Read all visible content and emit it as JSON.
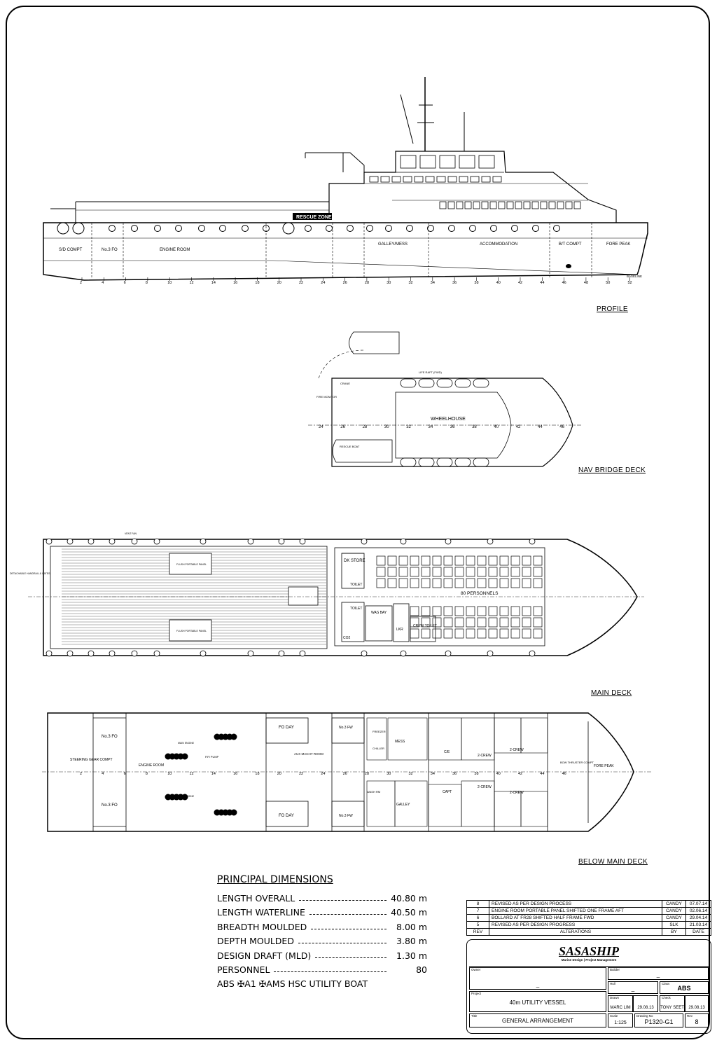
{
  "views": {
    "profile": {
      "title": "PROFILE",
      "compartments": [
        "S/D COMPT",
        "No.3 FO",
        "ENGINE ROOM",
        "GALLEY/MESS",
        "ACCOMMODATION",
        "B/T COMPT",
        "FORE PEAK"
      ],
      "frames": [
        "2",
        "4",
        "6",
        "8",
        "10",
        "12",
        "14",
        "16",
        "18",
        "20",
        "22",
        "24",
        "26",
        "28",
        "30",
        "32",
        "34",
        "36",
        "38",
        "40",
        "42",
        "44",
        "46",
        "48",
        "50",
        "52"
      ],
      "rescue_zone": "RESCUE ZONE",
      "baseline": "BASELINE"
    },
    "nav_bridge": {
      "title": "NAV BRIDGE DECK",
      "wheelhouse": "WHEELHOUSE",
      "life_raft": "LIFE RAFT (FWD)",
      "crane": "CRANE",
      "fire_monitor": "FIRE MONITOR",
      "rescue_boat": "RESCUE BOAT",
      "frames": [
        "24",
        "26",
        "28",
        "30",
        "32",
        "34",
        "36",
        "38",
        "40",
        "42",
        "44",
        "46"
      ]
    },
    "main_deck": {
      "title": "MAIN DECK",
      "personnel": "80 PERSONNELS",
      "rooms": [
        "DK STORE",
        "TOILET",
        "TOILET",
        "CO2",
        "LKR",
        "CREW TOILET",
        "WAS BAY"
      ],
      "flush_panel": "FLUSH PORTABLE PANEL",
      "detachable_railings": "DETACHABLE HANDRAIL & GATES",
      "vent_fan": "VENT FAN"
    },
    "below_main_deck": {
      "title": "BELOW MAIN DECK",
      "rooms": [
        "STEERING GEAR COMPT",
        "No.3 FO",
        "No.3 FO",
        "ENGINE ROOM",
        "MAIN ENGINE",
        "MAIN ENGINE",
        "FiFi PUMP",
        "FO DAY",
        "FO DAY",
        "AUX MACHY ROOM",
        "No.3 FW",
        "No.3 FW",
        "FREEZER",
        "CHILLER",
        "MESS",
        "WASH RM",
        "GALLEY",
        "C/E",
        "CAPT",
        "2-CREW",
        "2-CREW",
        "2-CREW",
        "2-CREW",
        "BOW THRUSTER COMPT",
        "FORE PEAK"
      ]
    }
  },
  "principal_dimensions": {
    "heading": "PRINCIPAL DIMENSIONS",
    "rows": [
      {
        "label": "LENGTH OVERALL",
        "value": "40.80 m"
      },
      {
        "label": "LENGTH WATERLINE",
        "value": "40.50 m"
      },
      {
        "label": "BREADTH MOULDED",
        "value": "8.00 m"
      },
      {
        "label": "DEPTH MOULDED",
        "value": "3.80 m"
      },
      {
        "label": "DESIGN DRAFT (MLD)",
        "value": "1.30 m"
      },
      {
        "label": "PERSONNEL",
        "value": "80"
      }
    ],
    "class_notation": "ABS ✠A1 ✠AMS HSC UTILITY BOAT"
  },
  "revisions": {
    "rows": [
      {
        "rev": "8",
        "alteration": "REVISED AS PER DESIGN PROCESS",
        "by": "CANDY",
        "date": "07.07.14"
      },
      {
        "rev": "7",
        "alteration": "ENGINE ROOM PORTABLE PANEL SHIFTED ONE FRAME AFT",
        "by": "CANDY",
        "date": "02.06.14"
      },
      {
        "rev": "6",
        "alteration": "BOLLARD AT FR28 SHIFTED HALF FRAME FWD",
        "by": "CANDY",
        "date": "29.04.14"
      },
      {
        "rev": "5",
        "alteration": "REVISED AS PER DESIGN PROGRESS",
        "by": "SLK",
        "date": "21.03.14"
      }
    ],
    "header": {
      "rev": "REV",
      "alteration": "ALTERATIONS",
      "by": "BY",
      "date": "DATE"
    }
  },
  "title_block": {
    "company": "SASASHIP",
    "tagline": "Marine Design | Project Management",
    "owner_label": "Owner",
    "builder_label": "Builder",
    "hull_label": "Hull",
    "class_label": "Class",
    "class_value": "ABS",
    "project_label": "Project",
    "project": "40m UTILITY VESSEL",
    "drawn_label": "Drawn",
    "drawn_by": "MARC LIM",
    "drawn_date": "29.08.13",
    "check_label": "Check",
    "checked_by": "TONY SEET",
    "checked_date": "29.08.13",
    "title_label": "Title",
    "title": "GENERAL ARRANGEMENT",
    "scale_label": "Scale",
    "scale": "1:125",
    "drawing_no_label": "Drawing No",
    "drawing_no": "P1320-G1",
    "rev_label": "Rev",
    "rev": "8",
    "hull_value": "_",
    "owner_value": "_",
    "builder_value": "_"
  }
}
